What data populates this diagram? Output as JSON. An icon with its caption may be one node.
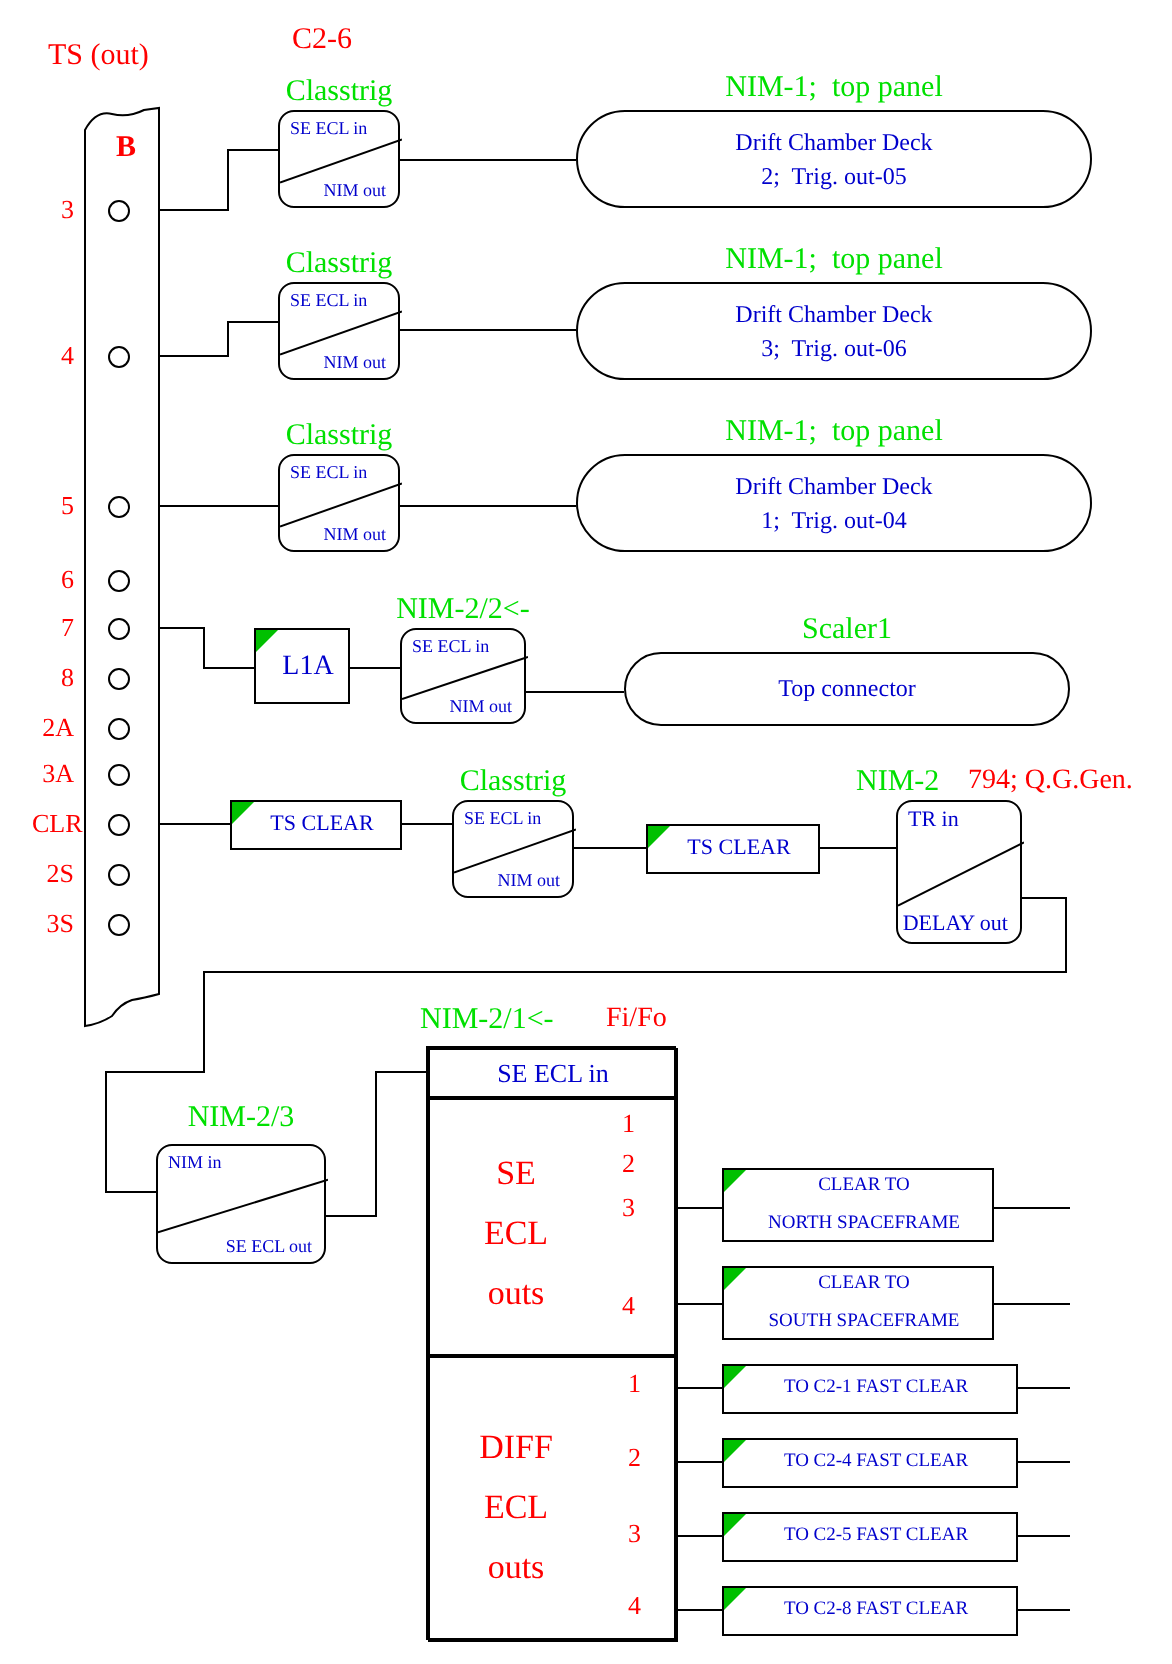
{
  "diagram": {
    "nodes": [
      {
        "text": [
          "TS (out)",
          "B"
        ]
      },
      {
        "text": [],
        "shape": "circle",
        "in": 0,
        "beside": [
          "3"
        ]
      },
      {
        "text": [],
        "shape": "circle",
        "in": 0,
        "beside": [
          "4"
        ]
      },
      {
        "text": [],
        "shape": "circle",
        "in": 0,
        "beside": [
          "5"
        ]
      },
      {
        "text": [],
        "shape": "circle",
        "in": 0,
        "beside": [
          "6"
        ]
      },
      {
        "text": [],
        "shape": "circle",
        "in": 0,
        "beside": [
          "7"
        ]
      },
      {
        "text": [],
        "shape": "circle",
        "in": 0,
        "beside": [
          "8"
        ]
      },
      {
        "text": [],
        "shape": "circle",
        "in": 0,
        "beside": [
          "2A"
        ]
      },
      {
        "text": [],
        "shape": "circle",
        "in": 0,
        "beside": [
          "3A"
        ]
      },
      {
        "text": [],
        "shape": "circle",
        "in": 0,
        "beside": [
          "CLR"
        ]
      },
      {
        "text": [],
        "shape": "circle",
        "in": 0,
        "beside": [
          "2S"
        ]
      },
      {
        "text": [],
        "shape": "circle",
        "in": 0,
        "beside": [
          "3S"
        ]
      },
      {
        "text": [
          "Classtrig",
          "SE ECL in",
          "NIM out"
        ]
      },
      {
        "text": [
          "NIM-1;  top panel",
          "Drift Chamber Deck 2;  Trig. out-05"
        ]
      },
      {
        "text": [
          "Classtrig",
          "SE ECL in",
          "NIM out"
        ]
      },
      {
        "text": [
          "NIM-1;  top panel",
          "Drift Chamber Deck 3;  Trig. out-06"
        ]
      },
      {
        "text": [
          "Classtrig",
          "SE ECL in",
          "NIM out"
        ]
      },
      {
        "text": [
          "NIM-1;  top panel",
          "Drift Chamber Deck 1;  Trig. out-04"
        ]
      },
      {
        "text": [
          "L1A"
        ]
      },
      {
        "text": [
          "NIM-2/2<-",
          "SE ECL in",
          "NIM out"
        ]
      },
      {
        "text": [
          "Scaler1",
          "Top connector"
        ]
      },
      {
        "text": [
          "TS CLEAR"
        ]
      },
      {
        "text": [
          "Classtrig",
          "SE ECL in",
          "NIM out"
        ]
      },
      {
        "text": [
          "TS CLEAR"
        ]
      },
      {
        "text": [
          "NIM-2",
          "TR in",
          "DELAY out"
        ],
        "beside": [
          "794; Q.G.Gen."
        ]
      },
      {
        "text": [
          "NIM-2/3",
          "NIM in",
          "SE ECL out"
        ]
      },
      {
        "text": [
          "NIM-2/1<-"
        ],
        "beside": [
          "Fi/Fo"
        ]
      },
      {
        "text": [
          "SE ECL in"
        ],
        "in": 26
      },
      {
        "text": [
          "SE ECL outs"
        ],
        "in": 26
      },
      {
        "text": [
          "DIFF ECL outs"
        ],
        "in": 26
      },
      {
        "text": [
          "CLEAR TO NORTH SPACEFRAME"
        ]
      },
      {
        "text": [
          "CLEAR TO SOUTH SPACEFRAME"
        ]
      },
      {
        "text": [
          "TO C2-1  FAST CLEAR"
        ]
      },
      {
        "text": [
          "TO C2-4  FAST CLEAR"
        ]
      },
      {
        "text": [
          "TO C2-5  FAST CLEAR"
        ]
      },
      {
        "text": [
          "TO C2-8  FAST CLEAR"
        ]
      }
    ],
    "edges": [
      {
        "from": 1,
        "to": 12,
        "arrow": "none"
      },
      {
        "from": 12,
        "to": 13,
        "arrow": "none"
      },
      {
        "from": 2,
        "to": 14,
        "arrow": "none"
      },
      {
        "from": 14,
        "to": 15,
        "arrow": "none"
      },
      {
        "from": 3,
        "to": 16,
        "arrow": "none"
      },
      {
        "from": 16,
        "to": 17,
        "arrow": "none"
      },
      {
        "from": 5,
        "to": 18,
        "arrow": "none"
      },
      {
        "from": 18,
        "to": 19,
        "arrow": "none"
      },
      {
        "from": 19,
        "to": 20,
        "arrow": "none"
      },
      {
        "from": 9,
        "to": 21,
        "arrow": "none"
      },
      {
        "from": 21,
        "to": 22,
        "arrow": "none"
      },
      {
        "from": 22,
        "to": 23,
        "arrow": "none"
      },
      {
        "from": 23,
        "to": 24,
        "arrow": "none"
      },
      {
        "from": 24,
        "to": 25,
        "arrow": "none"
      },
      {
        "from": 25,
        "to": 27,
        "arrow": "none"
      },
      {
        "from": 28,
        "to": 30,
        "arrow": "none"
      },
      {
        "from": 28,
        "to": 31,
        "arrow": "none"
      },
      {
        "from": 29,
        "to": 32,
        "arrow": "none"
      },
      {
        "from": 29,
        "to": 33,
        "arrow": "none"
      },
      {
        "from": 29,
        "to": 34,
        "arrow": "none"
      },
      {
        "from": 29,
        "to": 35,
        "arrow": "none"
      },
      {
        "from": 30,
        "to": null,
        "arrow": "none"
      },
      {
        "from": 31,
        "to": null,
        "arrow": "none"
      },
      {
        "from": 32,
        "to": null,
        "arrow": "none"
      },
      {
        "from": 33,
        "to": null,
        "arrow": "none"
      },
      {
        "from": 34,
        "to": null,
        "arrow": "none"
      },
      {
        "from": 35,
        "to": null,
        "arrow": "none"
      }
    ],
    "labels": [
      "C2-6",
      "1",
      "2",
      "3",
      "4",
      "1",
      "2",
      "3",
      "4"
    ]
  }
}
